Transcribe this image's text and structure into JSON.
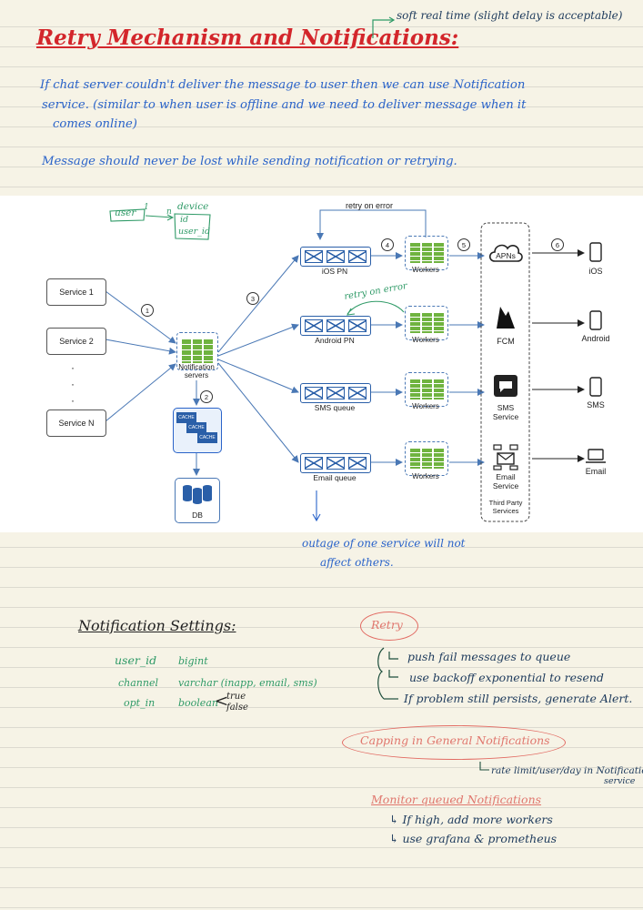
{
  "title": {
    "text": "Retry Mechanism and Notifications:",
    "side_note": "soft real time (slight delay is acceptable)"
  },
  "intro": {
    "line1": "If chat server couldn't deliver the message to user then we can use Notification",
    "line2": "service. (similar to when user is offline and we need to deliver message when it",
    "line3": "comes online)",
    "line4": "Message should never be lost while sending notification or retrying."
  },
  "diagram": {
    "annot_user": "user",
    "annot_one": "1",
    "annot_n": "n",
    "annot_device": "device",
    "annot_id": "id",
    "annot_userid": "user_id",
    "services": [
      "Service 1",
      "Service 2",
      "Service N"
    ],
    "notification_servers": "Notification servers",
    "cache": "CACHE",
    "db": "DB",
    "queues": [
      "iOS PN",
      "Android PN",
      "SMS queue",
      "Email queue"
    ],
    "workers": "Workers",
    "providers": [
      "APNs",
      "FCM",
      "SMS Service",
      "Email Service"
    ],
    "third_party": "Third Party Services",
    "devices": [
      "iOS",
      "Android",
      "SMS",
      "Email"
    ],
    "retry_on_error": "retry on error",
    "retry_on_error_hand": "retry on error",
    "steps": [
      "1",
      "2",
      "3",
      "4",
      "5",
      "6"
    ]
  },
  "outage_note": {
    "line1": "outage of one service will not",
    "line2": "affect others."
  },
  "settings": {
    "heading": "Notification Settings:",
    "rows": [
      {
        "field": "user_id",
        "type": "bigint"
      },
      {
        "field": "channel",
        "type": "varchar (inapp, email, sms)"
      },
      {
        "field": "opt_in",
        "type": "boolean"
      }
    ],
    "bool_true": "true",
    "bool_false": "false"
  },
  "retry": {
    "heading": "Retry",
    "items": [
      "push fail messages to queue",
      "use backoff exponential to resend",
      "If problem still persists, generate Alert."
    ]
  },
  "capping": {
    "heading": "Capping in General Notifications",
    "note_line1": "rate limit/user/day in Notification",
    "note_line2": "service"
  },
  "monitor": {
    "heading": "Monitor queued Notifications",
    "items": [
      "If high, add more workers",
      "use grafana & prometheus"
    ]
  },
  "colors": {
    "ink_blue": "#2a63c9",
    "ink_red": "#d3262b",
    "ink_green": "#2f9a67",
    "ink_pink": "#e0766d",
    "server_green": "#6fb33f",
    "cache_blue": "#2a5fa8",
    "arrow_blue": "#4a78b5"
  }
}
